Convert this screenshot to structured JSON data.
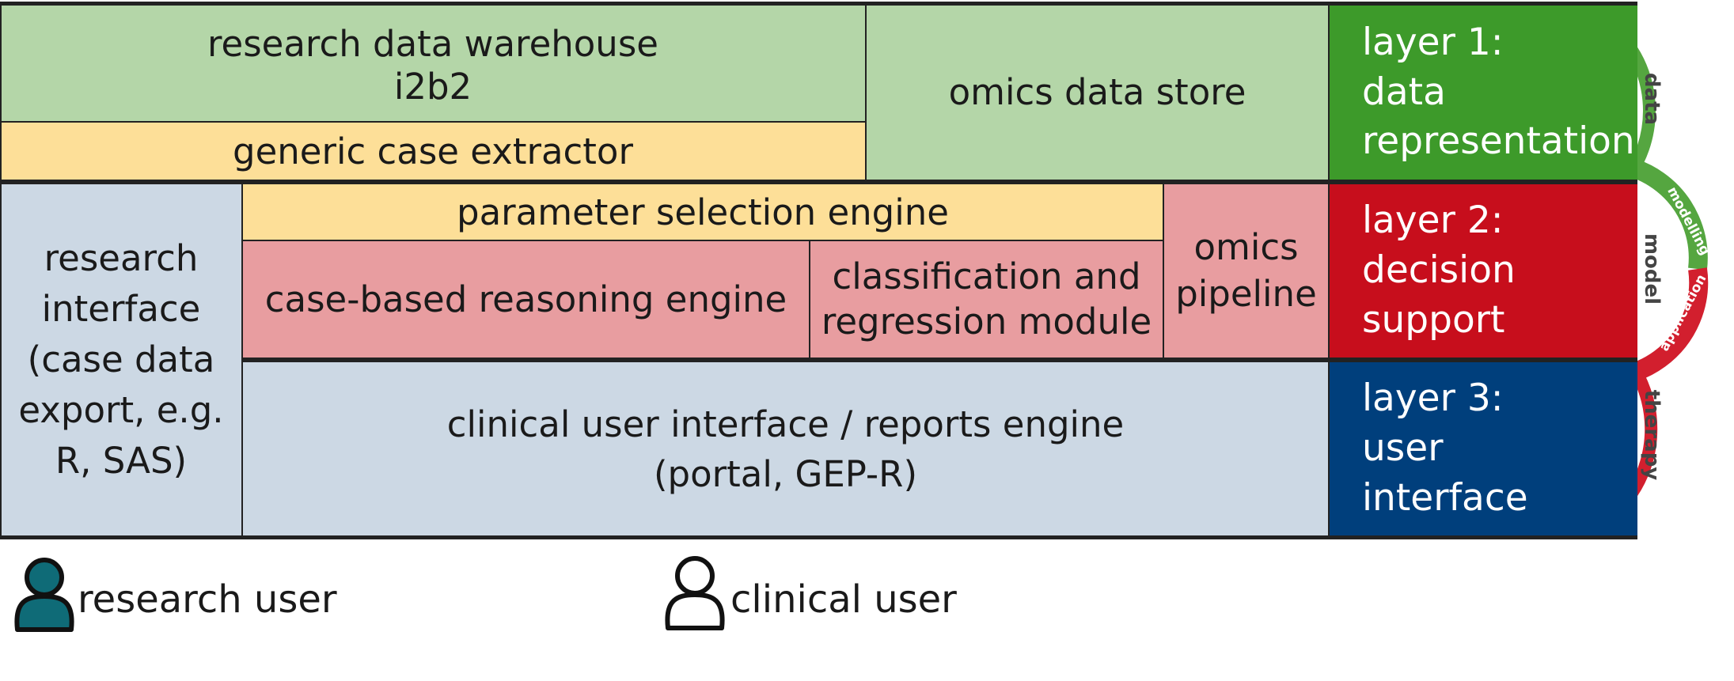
{
  "layer1": {
    "warehouse": [
      "research data warehouse",
      "i2b2"
    ],
    "case_extractor": "generic case extractor",
    "omics_store": "omics data store",
    "label": [
      "layer 1:",
      "data",
      "representation"
    ]
  },
  "layer2": {
    "parameter_engine": "parameter selection engine",
    "cbr_engine": "case-based reasoning engine",
    "classification": [
      "classification and",
      "regression module"
    ],
    "omics_pipeline": [
      "omics",
      "pipeline"
    ],
    "label": [
      "layer 2:",
      "decision",
      "support"
    ]
  },
  "layer3": {
    "research_interface": [
      "research",
      "interface",
      "(case data",
      "export, e.g.",
      "R, SAS)"
    ],
    "clinical_interface": [
      "clinical user interface / reports engine",
      "(portal, GEP-R)"
    ],
    "label": [
      "layer 3:",
      "user",
      "interface"
    ]
  },
  "side": {
    "data": "data",
    "model": "model",
    "therapy": "therapy",
    "modelling": "modelling",
    "application": "application"
  },
  "legend": {
    "research_user": "research user",
    "clinical_user": "clinical user"
  },
  "colors": {
    "layer1": "#3d9a2a",
    "layer2": "#c70e1c",
    "layer3": "#003f7c",
    "light_green": "#b4d6a8",
    "yellow": "#fddf98",
    "pink": "#e89da0",
    "light_blue": "#ccd8e4",
    "research_user_icon": "#0f6b77"
  }
}
